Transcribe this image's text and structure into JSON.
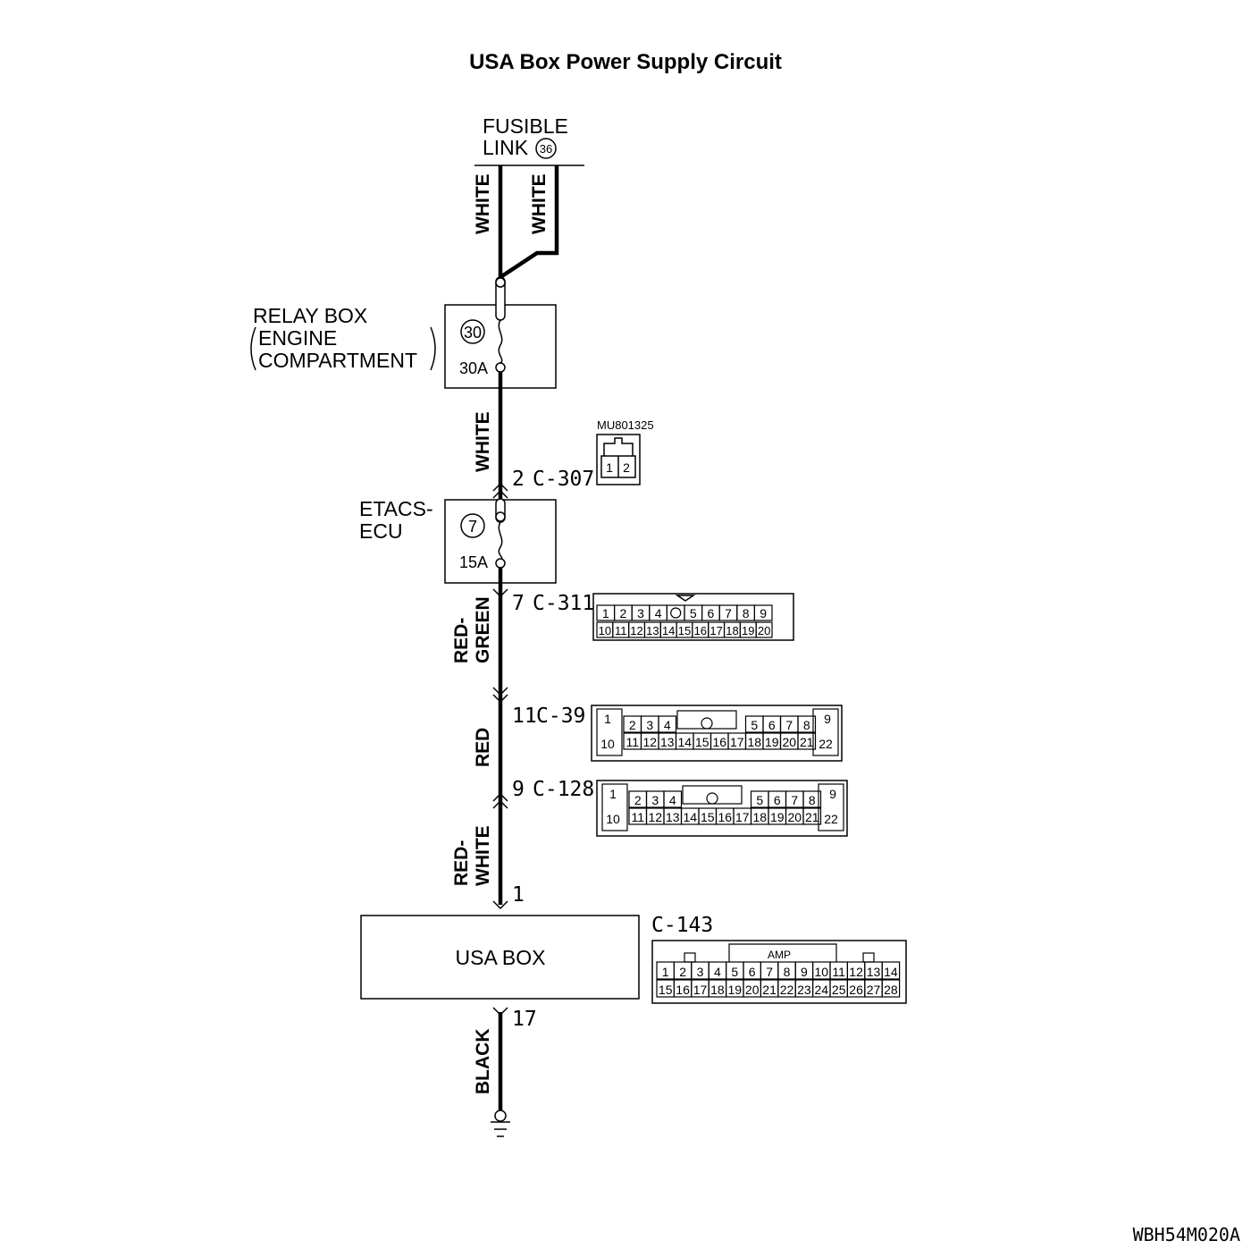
{
  "title": "USA Box Power Supply Circuit",
  "fusible_link": {
    "line1": "FUSIBLE",
    "line2": "LINK",
    "number": "36"
  },
  "relay_box": {
    "line1": "RELAY BOX",
    "line2": "ENGINE",
    "line3": "COMPARTMENT",
    "fuse_number": "30",
    "fuse_rating": "30A"
  },
  "etacs": {
    "line1": "ETACS-",
    "line2": "ECU",
    "fuse_number": "7",
    "fuse_rating": "15A"
  },
  "wires": {
    "fusible_left": "WHITE",
    "fusible_right": "WHITE",
    "relay_to_etacs": "WHITE",
    "etacs_out_1": "RED-",
    "etacs_out_2": "GREEN",
    "middle": "RED",
    "to_usa_box_1": "RED-",
    "to_usa_box_2": "WHITE",
    "ground": "BLACK"
  },
  "connectors": {
    "c307": {
      "pin": "2",
      "name": "C-307",
      "part": "MU801325",
      "pins": [
        "1",
        "2"
      ]
    },
    "c311": {
      "pin": "7",
      "name": "C-311",
      "row1": [
        "1",
        "2",
        "3",
        "4",
        "",
        "5",
        "6",
        "7",
        "8",
        "9"
      ],
      "row2": [
        "10",
        "11",
        "12",
        "13",
        "14",
        "15",
        "16",
        "17",
        "18",
        "19",
        "20"
      ]
    },
    "c39": {
      "pin": "11",
      "name": "C-39",
      "left_top": "1",
      "left_bottom": "10",
      "row1": [
        "2",
        "3",
        "4",
        "",
        "",
        "",
        "",
        "5",
        "6",
        "7",
        "8"
      ],
      "row2": [
        "11",
        "12",
        "13",
        "14",
        "15",
        "16",
        "17",
        "18",
        "19",
        "20",
        "21"
      ],
      "right_top": "9",
      "right_bottom": "22"
    },
    "c128": {
      "pin": "9",
      "name": "C-128",
      "left_top": "1",
      "left_bottom": "10",
      "row1": [
        "2",
        "3",
        "4",
        "",
        "",
        "",
        "",
        "5",
        "6",
        "7",
        "8"
      ],
      "row2": [
        "11",
        "12",
        "13",
        "14",
        "15",
        "16",
        "17",
        "18",
        "19",
        "20",
        "21"
      ],
      "right_top": "9",
      "right_bottom": "22"
    },
    "c143": {
      "name": "C-143",
      "input_pin": "1",
      "ground_pin": "17",
      "tag": "AMP",
      "row1": [
        "1",
        "2",
        "3",
        "4",
        "5",
        "6",
        "7",
        "8",
        "9",
        "10",
        "11",
        "12",
        "13",
        "14"
      ],
      "row2": [
        "15",
        "16",
        "17",
        "18",
        "19",
        "20",
        "21",
        "22",
        "23",
        "24",
        "25",
        "26",
        "27",
        "28"
      ]
    }
  },
  "usa_box": {
    "label": "USA BOX"
  },
  "figure_code": "WBH54M020A"
}
